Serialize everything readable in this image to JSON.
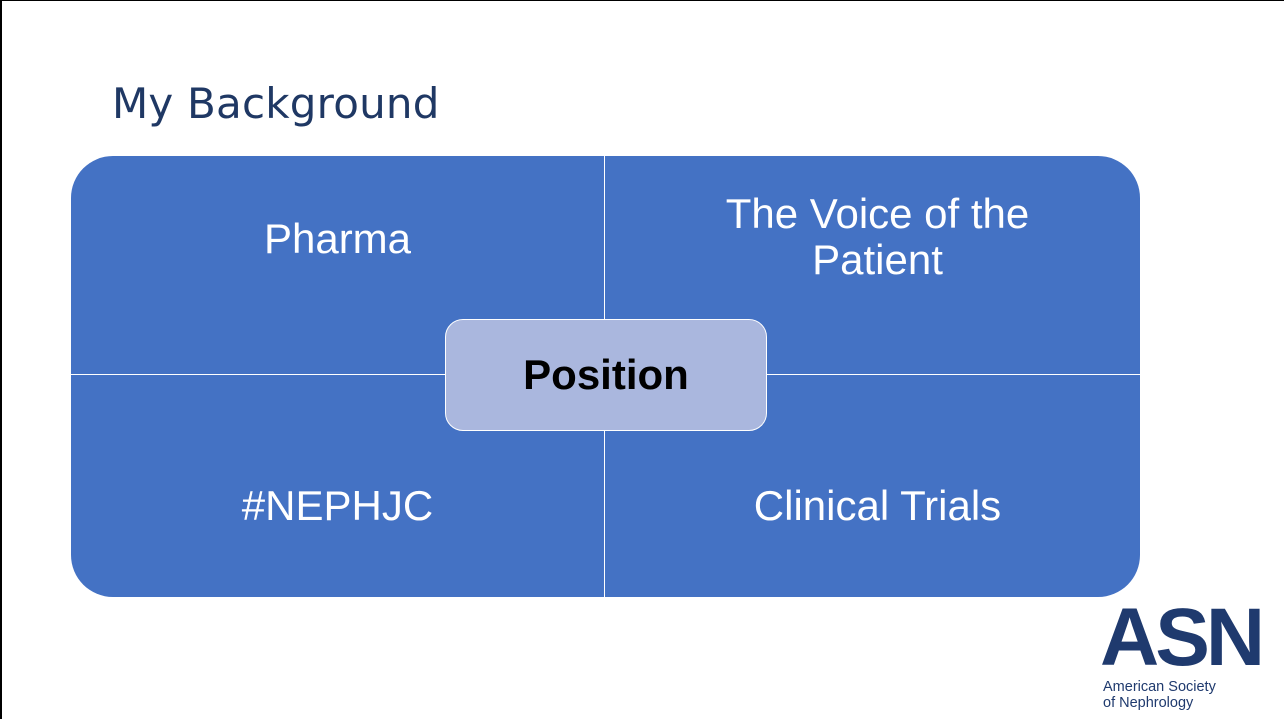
{
  "slide": {
    "title": "My Background"
  },
  "quadrants": {
    "top_left": "Pharma",
    "top_right_line1": "The Voice of the",
    "top_right_line2": "Patient",
    "bottom_left": "#NEPHJC",
    "bottom_right": "Clinical Trials"
  },
  "center": {
    "label": "Position"
  },
  "logo": {
    "mark": "ASN",
    "line1": "American Society",
    "line2": "of Nephrology"
  },
  "colors": {
    "quadrant_fill": "#4472c4",
    "center_fill": "#aab7de",
    "title_color": "#1f3864",
    "logo_color": "#1f3a6e"
  }
}
